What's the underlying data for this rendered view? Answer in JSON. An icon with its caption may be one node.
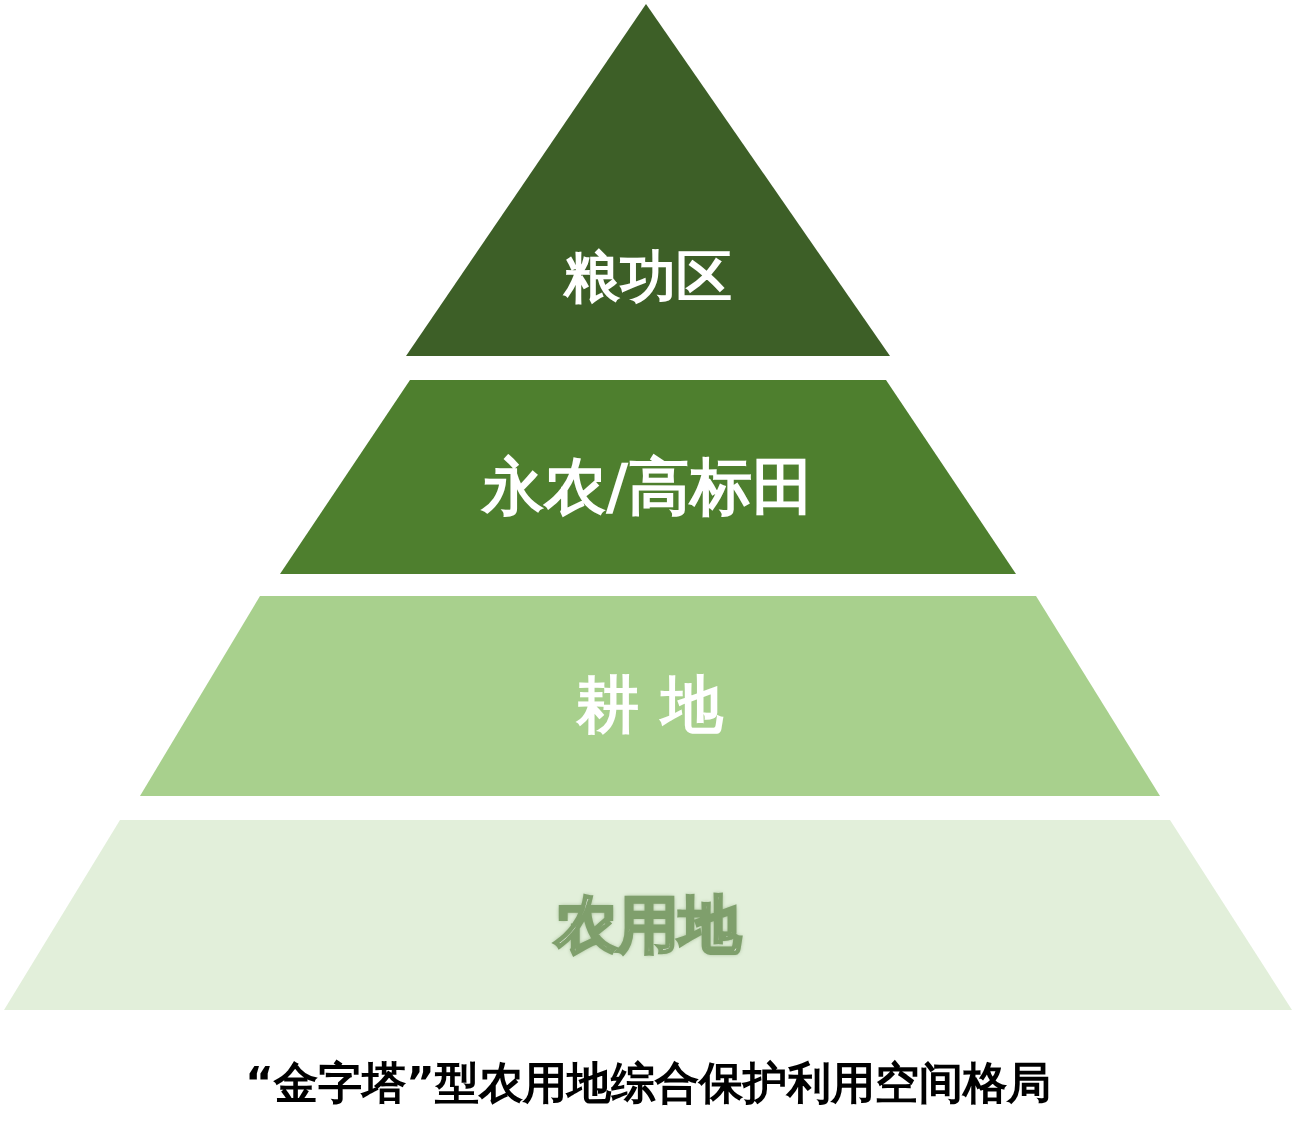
{
  "diagram": {
    "caption": "“金字塔”型农用地综合保护利用空间格局",
    "nodes": [
      {
        "text": [
          "粮功区"
        ]
      },
      {
        "text": [
          "永农/高标田"
        ]
      },
      {
        "text": [
          "耕 地"
        ]
      },
      {
        "text": [
          "农用地"
        ]
      }
    ]
  }
}
